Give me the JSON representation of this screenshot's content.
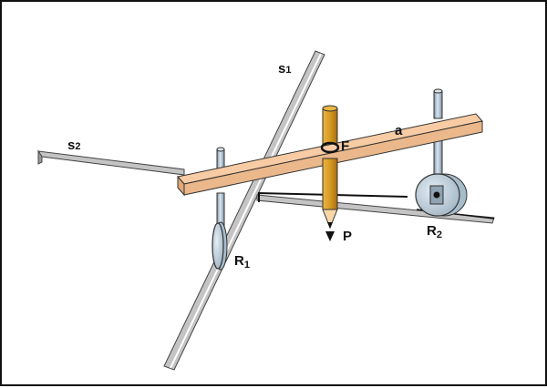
{
  "labels": {
    "s1": {
      "main": "s",
      "sub": "1"
    },
    "s2": {
      "main": "s",
      "sub": "2"
    },
    "F": "F",
    "a": "a",
    "P": "P",
    "R1": {
      "main": "R",
      "sub": "1"
    },
    "R2": {
      "main": "R",
      "sub": "2"
    }
  },
  "colors": {
    "rail": "#b9b9b9",
    "rail_shadow": "#7a7a7a",
    "beam_top": "#f6c9a0",
    "beam_side": "#e8b384",
    "pencil": "#d79b22",
    "pencil_dark": "#b07812",
    "rod": "#b3c3d3",
    "wheel": "#c6d6e2",
    "line": "#111111"
  },
  "icons": [
    "guide-rail-s1",
    "guide-rail-s2",
    "wooden-bar",
    "pencil",
    "wheel-r1",
    "wheel-r2"
  ]
}
